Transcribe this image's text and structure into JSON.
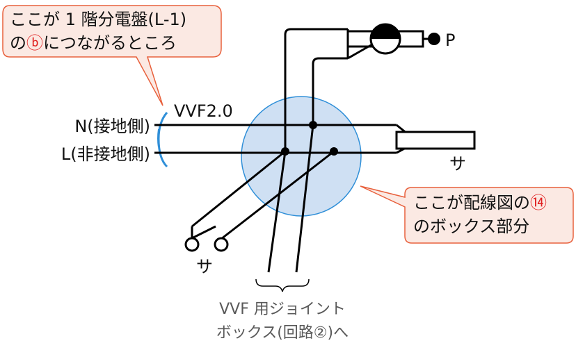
{
  "callout_top": {
    "line1": "ここが 1 階分電盤(L-1)",
    "line2_prefix": "の",
    "line2_mark": "ⓑ",
    "line2_suffix": "につながるところ"
  },
  "callout_right": {
    "line1_prefix": "ここが配線図の",
    "line1_mark": "⑭",
    "line2": "のボックス部分"
  },
  "labels": {
    "cable_type": "VVF2.0",
    "neutral": "N(接地側)",
    "line": "L(非接地側)",
    "pilot_lamp": "P",
    "outlet_right": "サ",
    "switch_label": "サ",
    "bottom_line1": "VVF 用ジョイント",
    "bottom_line2": "ボックス(回路②)へ"
  },
  "colors": {
    "callout_border": "#e8603c",
    "callout_fill": "#fbe9e3",
    "box_fill": "#cfe0f3",
    "box_stroke": "#2f8fd8",
    "bracket": "#2f8fd8",
    "wire": "#000000",
    "mark_red": "#e02020",
    "bottom_text": "#595959"
  }
}
